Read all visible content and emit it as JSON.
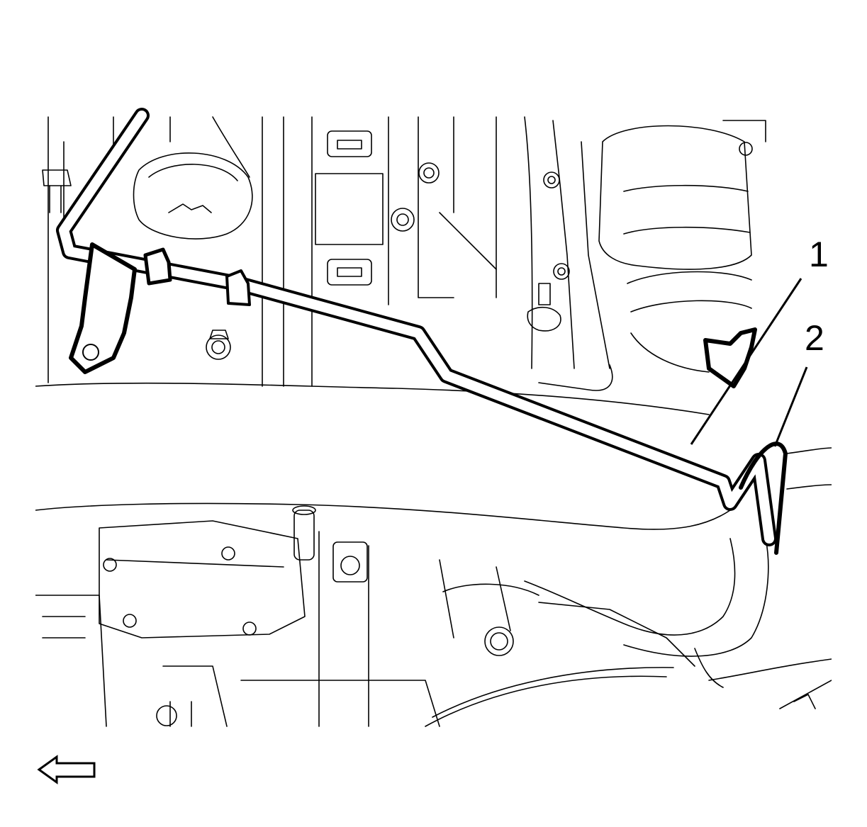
{
  "figure": {
    "callouts": [
      {
        "id": "1",
        "text": "1"
      },
      {
        "id": "2",
        "text": "2"
      }
    ],
    "direction_arrow": {
      "icon": "left-arrow-icon"
    }
  },
  "colors": {
    "line": "#000000",
    "background": "#ffffff"
  }
}
